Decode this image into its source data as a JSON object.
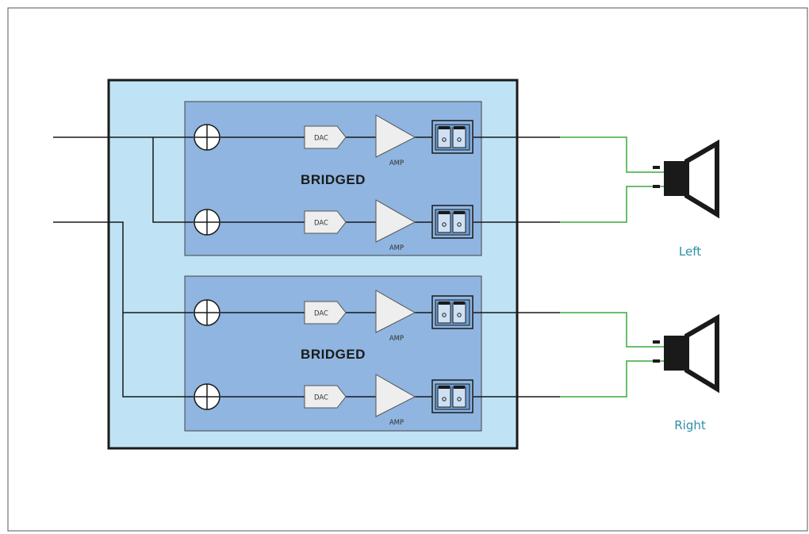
{
  "channels": [
    {
      "bridge_label": "BRIDGED",
      "dac_top": "DAC",
      "dac_bottom": "DAC",
      "amp_top": "AMP",
      "amp_bottom": "AMP",
      "speaker_label": "Left"
    },
    {
      "bridge_label": "BRIDGED",
      "dac_top": "DAC",
      "dac_bottom": "DAC",
      "amp_top": "AMP",
      "amp_bottom": "AMP",
      "speaker_label": "Right"
    }
  ],
  "colors": {
    "outer_fill": "#bfe3f4",
    "module_fill": "#8fb5e0",
    "wire_black": "#1a1a1a",
    "wire_green": "#3aaa3a",
    "label_teal": "#2f8fa6"
  },
  "icons": [
    "summing-junction-icon",
    "dac-icon",
    "amplifier-icon",
    "terminal-connector-icon",
    "speaker-icon"
  ]
}
